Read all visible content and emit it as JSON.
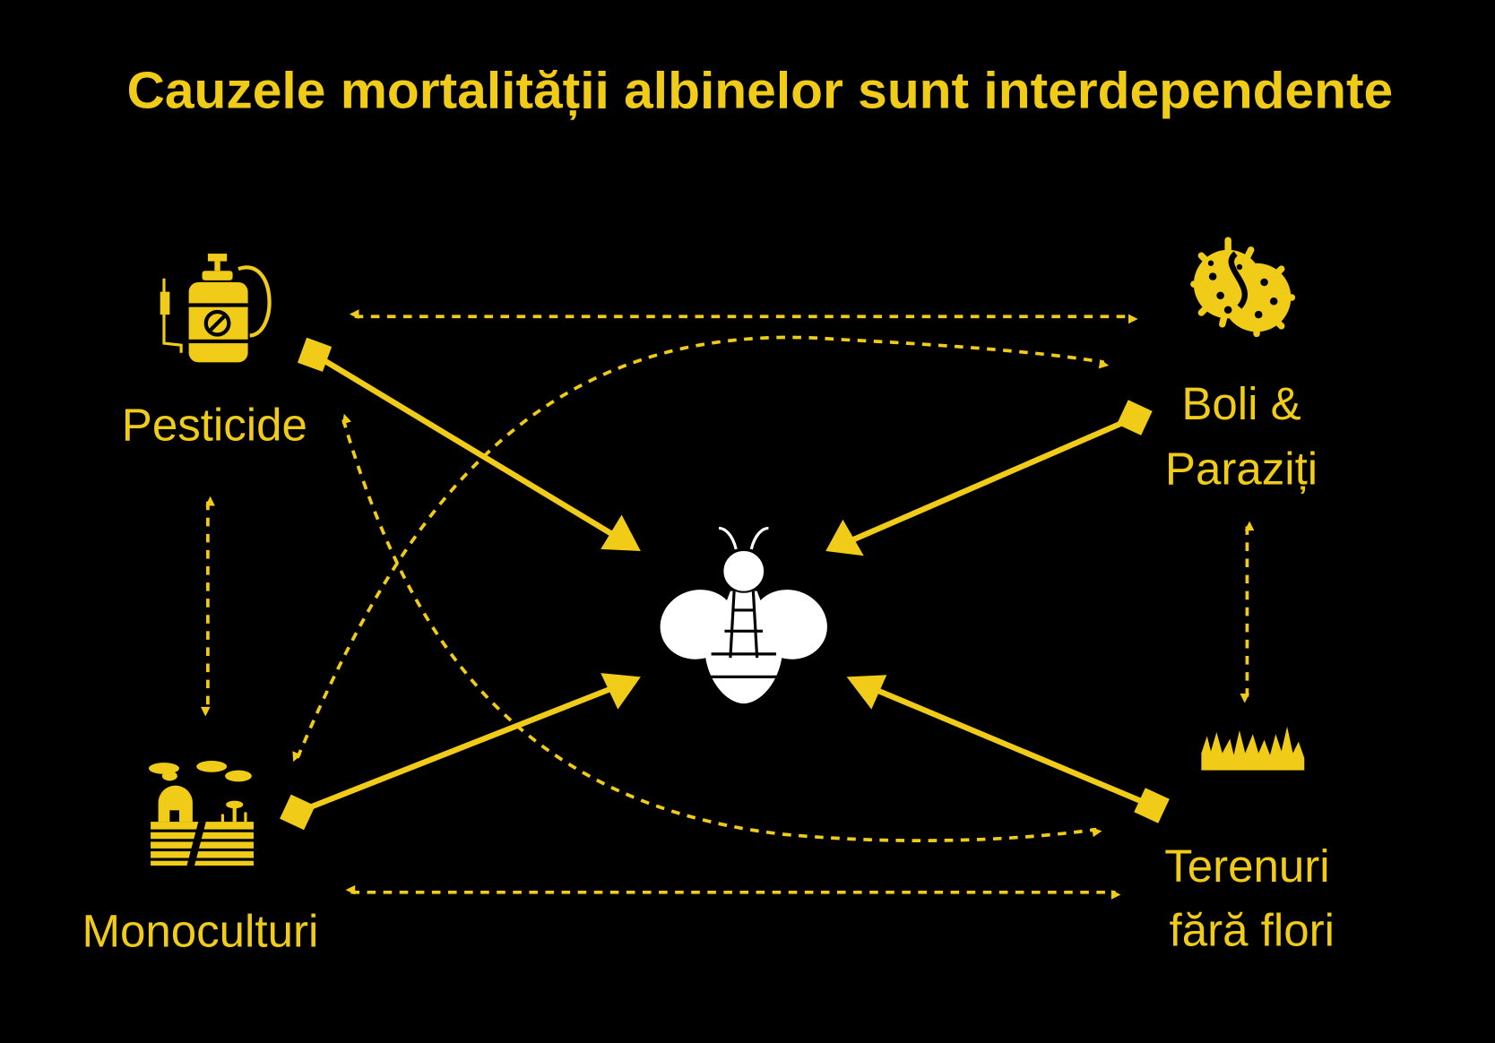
{
  "title": "Cauzele mortalității albinelor sunt interdependente",
  "colors": {
    "background": "#000000",
    "accent": "#f0cb17",
    "bee": "#ffffff"
  },
  "nodes": {
    "pesticide": {
      "label": "Pesticide",
      "icon": "sprayer-icon"
    },
    "boli": {
      "label_line1": "Boli &",
      "label_line2": "Paraziți",
      "icon": "virus-icon"
    },
    "monoculturi": {
      "label": "Monoculturi",
      "icon": "farm-field-icon"
    },
    "terenuri": {
      "label_line1": "Terenuri",
      "label_line2": "fără flori",
      "icon": "dry-grass-icon"
    },
    "center": {
      "icon": "bee-icon"
    }
  }
}
